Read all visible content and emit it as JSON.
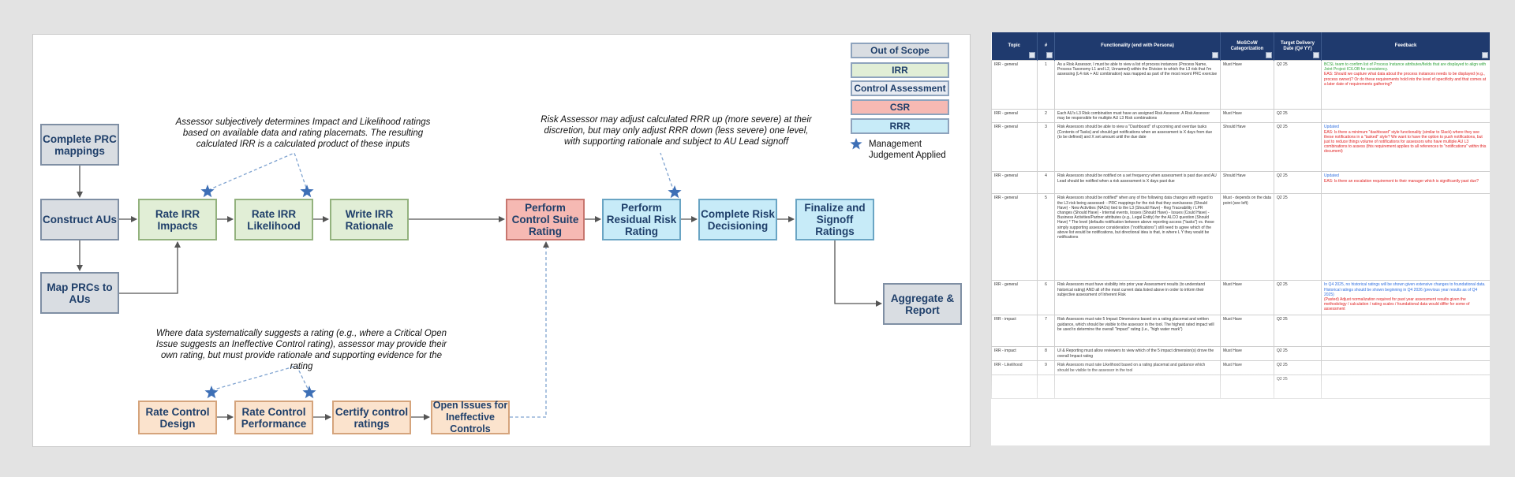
{
  "flow": {
    "nodes": {
      "complete_prc": "Complete PRC mappings",
      "construct_aus": "Construct AUs",
      "map_prcs": "Map PRCs to AUs",
      "rate_irr_impacts": "Rate IRR Impacts",
      "rate_irr_likelihood": "Rate IRR Likelihood",
      "write_irr_rationale": "Write IRR Rationale",
      "perform_control_suite": "Perform Control Suite Rating",
      "perform_residual": "Perform Residual Risk Rating",
      "complete_risk_decisioning": "Complete Risk Decisioning",
      "finalize_signoff": "Finalize and Signoff Ratings",
      "aggregate_report": "Aggregate & Report",
      "rate_control_design": "Rate Control Design",
      "rate_control_performance": "Rate Control Performance",
      "certify_control": "Certify control ratings",
      "open_issues": "Open Issues for Ineffective Controls"
    },
    "notes": {
      "irr": "Assessor subjectively determines Impact and Likelihood ratings based on available data and rating placemats. The resulting calculated IRR is a calculated product of these inputs",
      "rrr": "Risk Assessor may adjust calculated RRR up (more severe) at their discretion, but may only adjust RRR down (less severe) one level, with supporting rationale and subject to AU Lead signoff",
      "control": "Where data systematically suggests a rating (e.g., where a Critical Open Issue suggests an Ineffective Control rating), assessor may provide their own rating, but must provide rationale and supporting evidence for the rating"
    },
    "legend": {
      "items": [
        "Out of Scope",
        "IRR",
        "Control Assessment",
        "CSR",
        "RRR"
      ],
      "star_label": "Management Judgement Applied"
    },
    "colors": {
      "grey": "#d9dde2",
      "green": "#e1eed6",
      "red": "#f6b9b3",
      "blue": "#c7ebf8",
      "orange": "#fbe3cd",
      "star": "#3d6fb6"
    }
  },
  "table": {
    "headers": [
      "Topic",
      "#",
      "Functionality (end with Persona)",
      "MoSCoW Categorization",
      "Target Delivery Date (Q# YY)",
      "Feedback"
    ],
    "rows": [
      {
        "topic": "IRR - general",
        "num": "1",
        "func": "As a Risk Assessor, I must be able to view a list of process instances (Process Name, Process Taxonomy L1 and L2, Unnamed) within the Division to which the L3 risk that I'm assessing (L4 risk + AU combination) was mapped as part of the most recent PRC exercise",
        "moscow": "Must Have",
        "date": "Q2 25",
        "feedback": [
          {
            "c": "green",
            "t": "BCSL team to confirm list of Process Instance attributes/fields that are displayed to align with Joint Project IC/LOB for consistency."
          },
          {
            "c": "red",
            "t": "EAS: Should we capture what data about the process instances needs to be displayed (e.g., process owner)? Or do these requirements hold into the level of specificity and that comes at a later date of requirements gathering?"
          }
        ]
      },
      {
        "topic": "IRR - general",
        "num": "2",
        "func": "Each AU's L3 Risk combination must have an assigned Risk Assessor. A Risk Assessor may be responsible for multiple AU L3 Risk combinations",
        "moscow": "Must Have",
        "date": "Q2 25",
        "feedback": []
      },
      {
        "topic": "IRR - general",
        "num": "3",
        "func": "Risk Assessors should be able to view a \"Dashboard\" of upcoming and overdue tasks (Contents of Tasks) and should get notifications when an assessment is X days from due (to be defined) and X set amount until the due date",
        "moscow": "Should Have",
        "date": "Q2 25",
        "feedback": [
          {
            "c": "blue",
            "t": "Updated"
          },
          {
            "c": "red",
            "t": "EAS: Is there a minimum \"dashboard\" style functionality (similar to Slack) where they see these notifications in a \"tasked\" style? We want to have the option to push notifications, but just to reduce things volume of notifications for assessors who have multiple AU L3 combinations to assess (this requirement applies to all references to \"notifications\" within this document)"
          }
        ]
      },
      {
        "topic": "IRR - general",
        "num": "4",
        "func": "Risk Assessors should be notified on a set frequency when assessment is past due and AU Lead should be notified when a risk assessment is X days past due",
        "moscow": "Should Have",
        "date": "Q2 25",
        "feedback": [
          {
            "c": "blue",
            "t": "Updated"
          },
          {
            "c": "red",
            "t": "EAS: Is there an escalation requirement to their manager which is significantly past due?"
          }
        ]
      },
      {
        "topic": "IRR - general",
        "num": "5",
        "func": "Risk Assessors should be notified* when any of the following data changes with regard to the L3 risk being assessed: - PRC mappings for the risk that they own/assess (Should Have) - New Activities (NAOs) tied to the L3 (Should Have) - Reg Traceability / LPR changes (Should Have) - Internal events, losses (Should Have) - Issues (Could Have) - Business Activities/Partner attributes (e.g., Legal Entity) for the ALCO question (Should Have)  * The level (defaults notification between above reporting access (\"tasks\") vs. those simply supporting assessor consideration (\"notifications\") still need to agree which of the above list would be notifications, but directional idea is that, in where L Y they would be notifications",
        "moscow": "Must - depends on the data point (see left)",
        "date": "Q2 25",
        "feedback": []
      },
      {
        "topic": "IRR - general",
        "num": "6",
        "func": "Risk Assessors must have visibility into prior year Assessment results (to understand historical rating) AND all of the most current data listed above in order to inform their subjective assessment of Inherent Risk",
        "moscow": "Must Have",
        "date": "Q2 25",
        "feedback": [
          {
            "c": "blue",
            "t": "In Q4 2025, no historical ratings will be shown given extensive changes to foundational data. Historical ratings should be shown beginning in Q4 2026 (previous year results as of Q4 2025)"
          },
          {
            "c": "red",
            "t": "(Pasted) Adjust normalization required for past year assessment results given the methodology / calculation / rating scales / foundational data would differ for some of assessment"
          }
        ]
      },
      {
        "topic": "IRR - impact",
        "num": "7",
        "func": "Risk Assessors must rate 5 Impact Dimensions based on a rating placemat and written guidance, which should be visible to the assessor in the tool. The highest rated impact will be used to determine the overall \"Impact\" rating (i.e., \"high water mark\")",
        "moscow": "Must Have",
        "date": "Q2 25",
        "feedback": []
      },
      {
        "topic": "IRR - impact",
        "num": "8",
        "func": "UI & Reporting must allow reviewers to view which of the 5 impact dimension(s) drove the overall Impact rating",
        "moscow": "Must Have",
        "date": "Q2 25",
        "feedback": []
      },
      {
        "topic": "IRR - Likelihood",
        "num": "9",
        "func": "Risk Assessors must rate Likelihood based on a rating placemat and guidance which should be visible to the assessor in the tool",
        "moscow": "Must Have",
        "date": "Q2 25",
        "feedback": []
      },
      {
        "topic": "",
        "num": "",
        "func": "",
        "moscow": "",
        "date": "Q2 25",
        "feedback": []
      }
    ]
  }
}
